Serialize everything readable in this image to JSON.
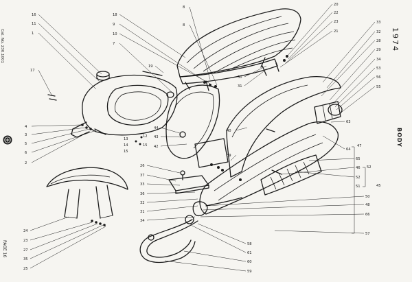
{
  "page": {
    "year": "1974",
    "section_title": "BODY",
    "catalog_number": "Cat. No. 230.1001",
    "page_number": "PAGE 16"
  },
  "callouts": [
    "16",
    "11",
    "1",
    "17",
    "4",
    "3",
    "5",
    "6",
    "2",
    "18",
    "9",
    "10",
    "7",
    "19",
    "8",
    "8",
    "30",
    "31",
    "20",
    "22",
    "23",
    "21",
    "33",
    "32",
    "28",
    "29",
    "34",
    "53",
    "56",
    "55",
    "44",
    "43",
    "42",
    "13",
    "14",
    "15",
    "12",
    "15",
    "40",
    "39",
    "26",
    "37",
    "33",
    "36",
    "32",
    "31",
    "34",
    "63",
    "64",
    "65",
    "46",
    "52",
    "51",
    "47",
    "52",
    "45",
    "50",
    "48",
    "66",
    "57",
    "58",
    "61",
    "60",
    "59",
    "24",
    "23",
    "27",
    "35",
    "25"
  ],
  "colors": {
    "ink": "#1b1b1b",
    "paper": "#f6f5f1"
  }
}
